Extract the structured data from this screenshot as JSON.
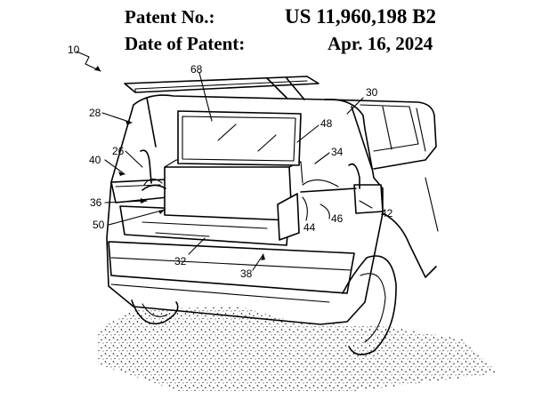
{
  "header": {
    "patent_no_label": "Patent No.:",
    "patent_no_value": "US 11,960,198 B2",
    "date_label": "Date of Patent:",
    "date_value": "Apr. 16, 2024"
  },
  "figure": {
    "ref_10": "10",
    "ref_68": "68",
    "ref_30": "30",
    "ref_28": "28",
    "ref_48": "48",
    "ref_26": "26",
    "ref_34": "34",
    "ref_40": "40",
    "ref_36": "36",
    "ref_50": "50",
    "ref_44": "44",
    "ref_46": "46",
    "ref_42": "42",
    "ref_32": "32",
    "ref_38": "38"
  }
}
